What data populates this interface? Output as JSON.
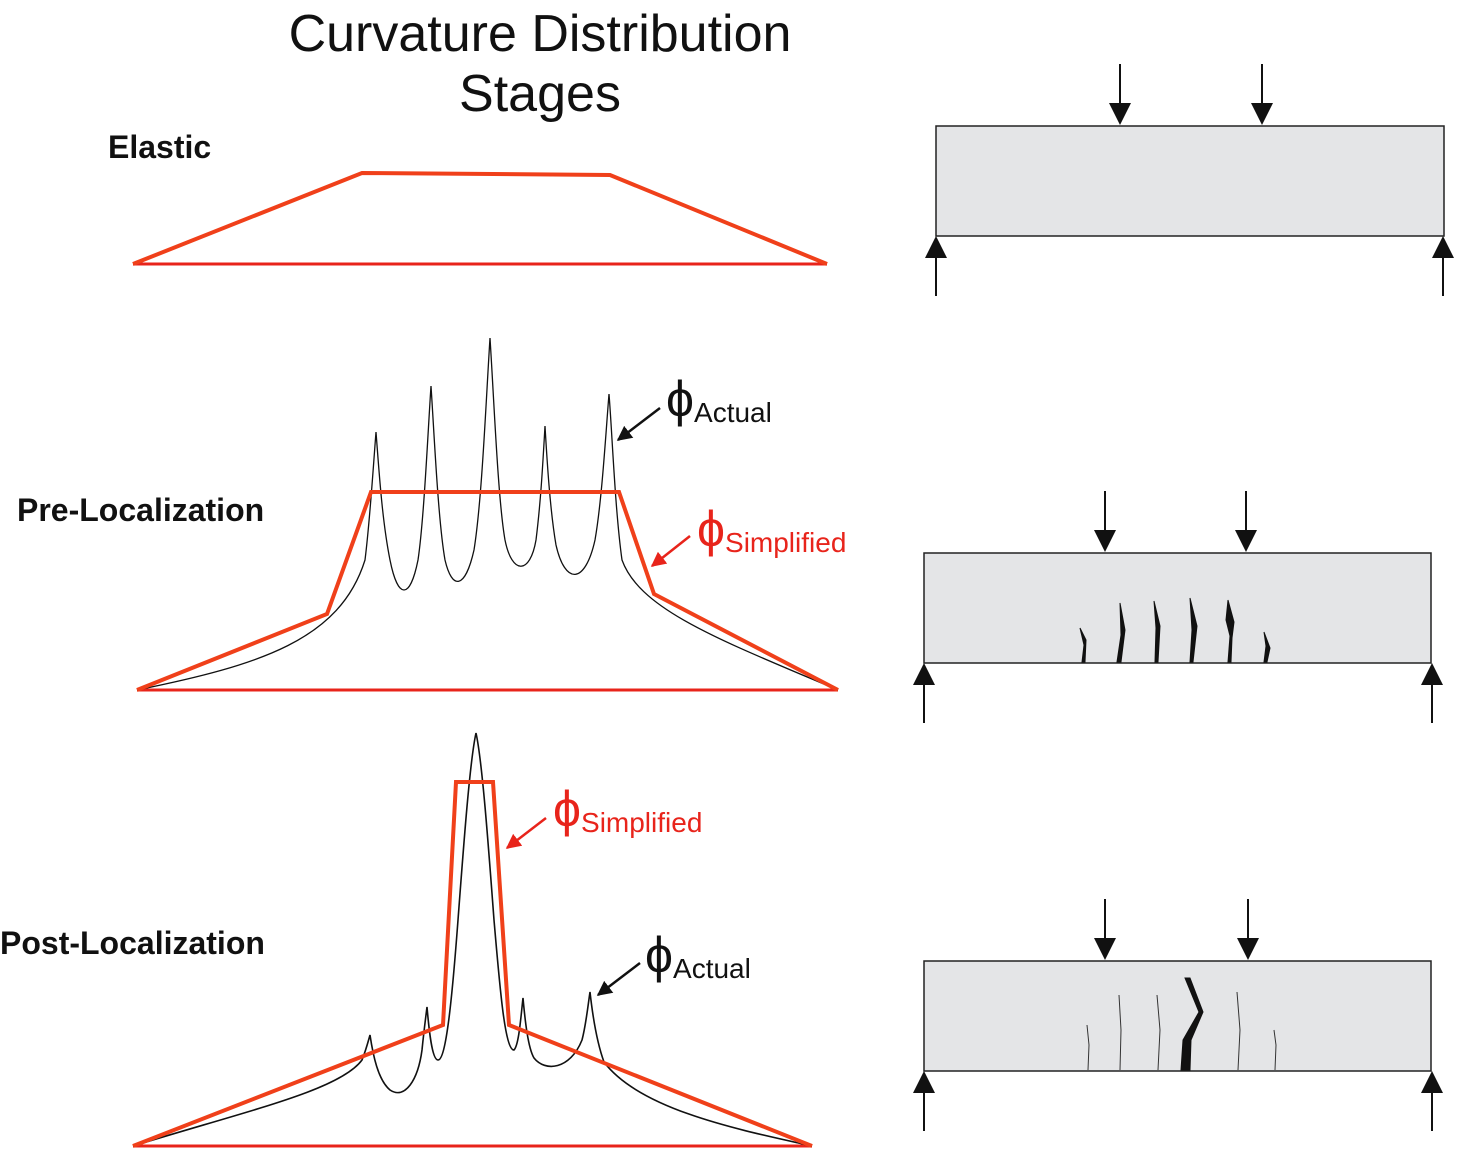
{
  "title": {
    "line1": "Curvature Distribution",
    "line2": "Stages"
  },
  "stages": [
    {
      "label": "Elastic"
    },
    {
      "label": "Pre-Localization"
    },
    {
      "label": "Post-Localization"
    }
  ],
  "annotations": {
    "phi_symbol": "ϕ",
    "actual_sub": "Actual",
    "simplified_sub": "Simplified"
  },
  "colors": {
    "simplified_curve": "#f0401a",
    "actual_curve": "#111111",
    "beam_fill": "#e4e5e7",
    "red_text": "#e8241b"
  }
}
